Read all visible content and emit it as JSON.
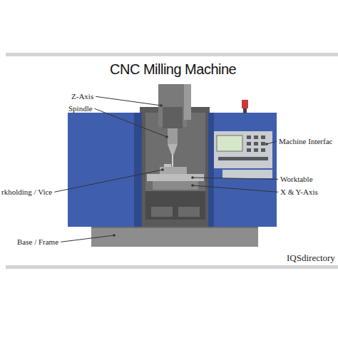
{
  "diagram": {
    "title": "CNC Milling Machine",
    "labels": [
      "Z-Axis",
      "Spindle",
      "Machine Interfac",
      "Worktable",
      "X & Y-Axis",
      "rkholding / Vice",
      "Base / Frame",
      "IQSdirectory"
    ]
  }
}
